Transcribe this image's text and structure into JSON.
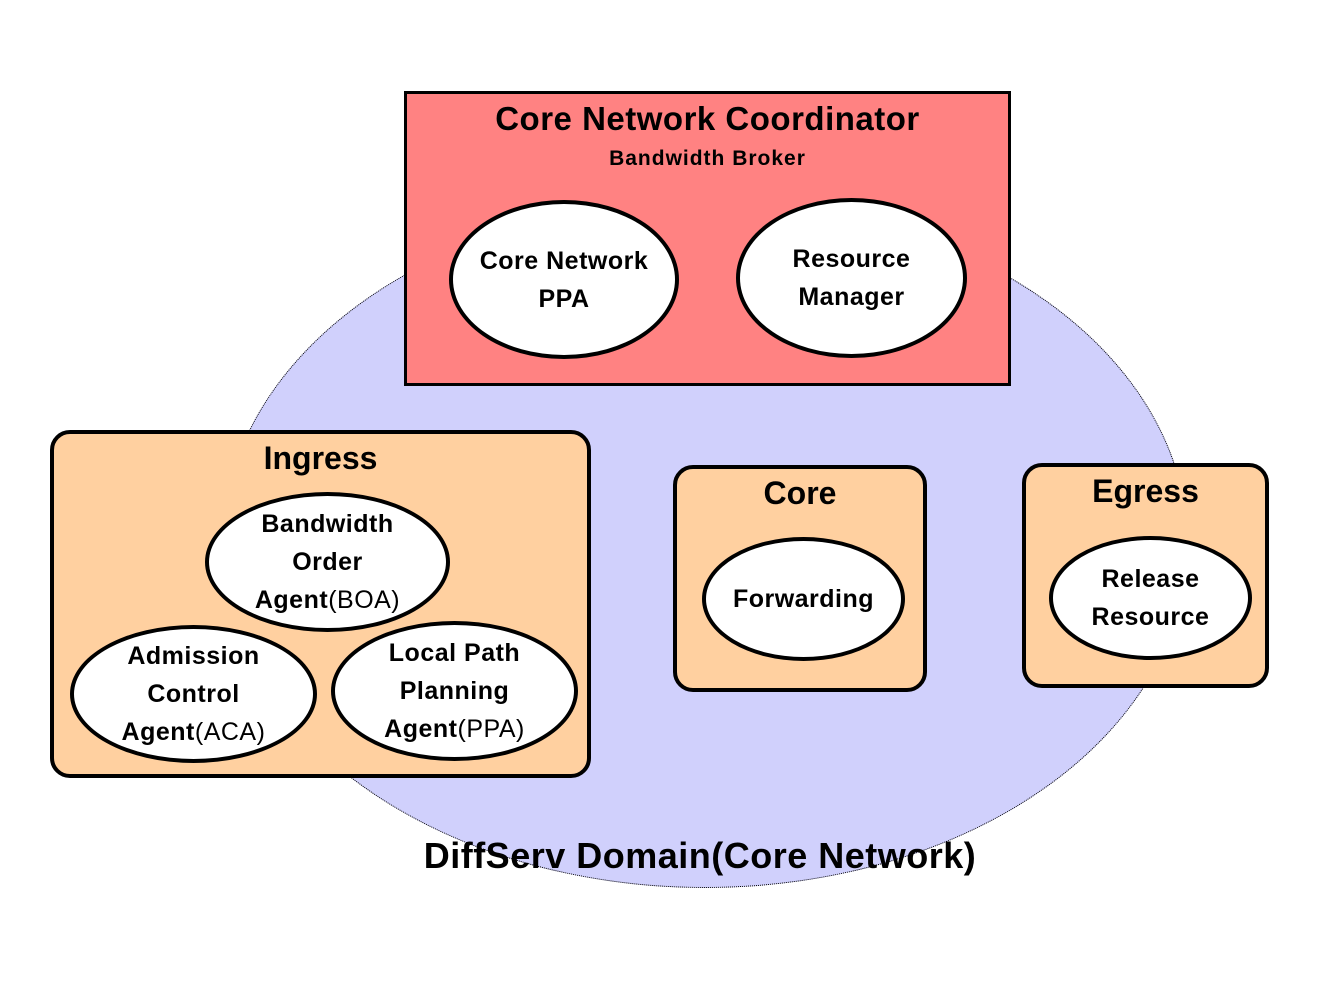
{
  "diagram": {
    "domain_label": "DiffServ Domain(Core Network)",
    "coordinator": {
      "title": "Core Network Coordinator",
      "subtitle": "Bandwidth Broker",
      "components": [
        {
          "line1": "Core Network",
          "line2": "PPA"
        },
        {
          "line1": "Resource",
          "line2": "Manager"
        }
      ]
    },
    "ingress": {
      "title": "Ingress",
      "agents": [
        {
          "line1": "Bandwidth",
          "line2": "Order",
          "line3_bold": "Agent",
          "line3_abbr": "(BOA)"
        },
        {
          "line1": "Admission",
          "line2": "Control",
          "line3_bold": "Agent",
          "line3_abbr": "(ACA)"
        },
        {
          "line1": "Local Path",
          "line2": "Planning",
          "line3_bold": "Agent",
          "line3_abbr": "(PPA)"
        }
      ]
    },
    "core": {
      "title": "Core",
      "component": "Forwarding"
    },
    "egress": {
      "title": "Egress",
      "component": {
        "line1": "Release",
        "line2": "Resource"
      }
    },
    "colors": {
      "domain_fill": "#d0d0fc",
      "coordinator_fill": "#ff8282",
      "node_fill": "#ffd0a0",
      "component_fill": "#ffffff"
    }
  }
}
